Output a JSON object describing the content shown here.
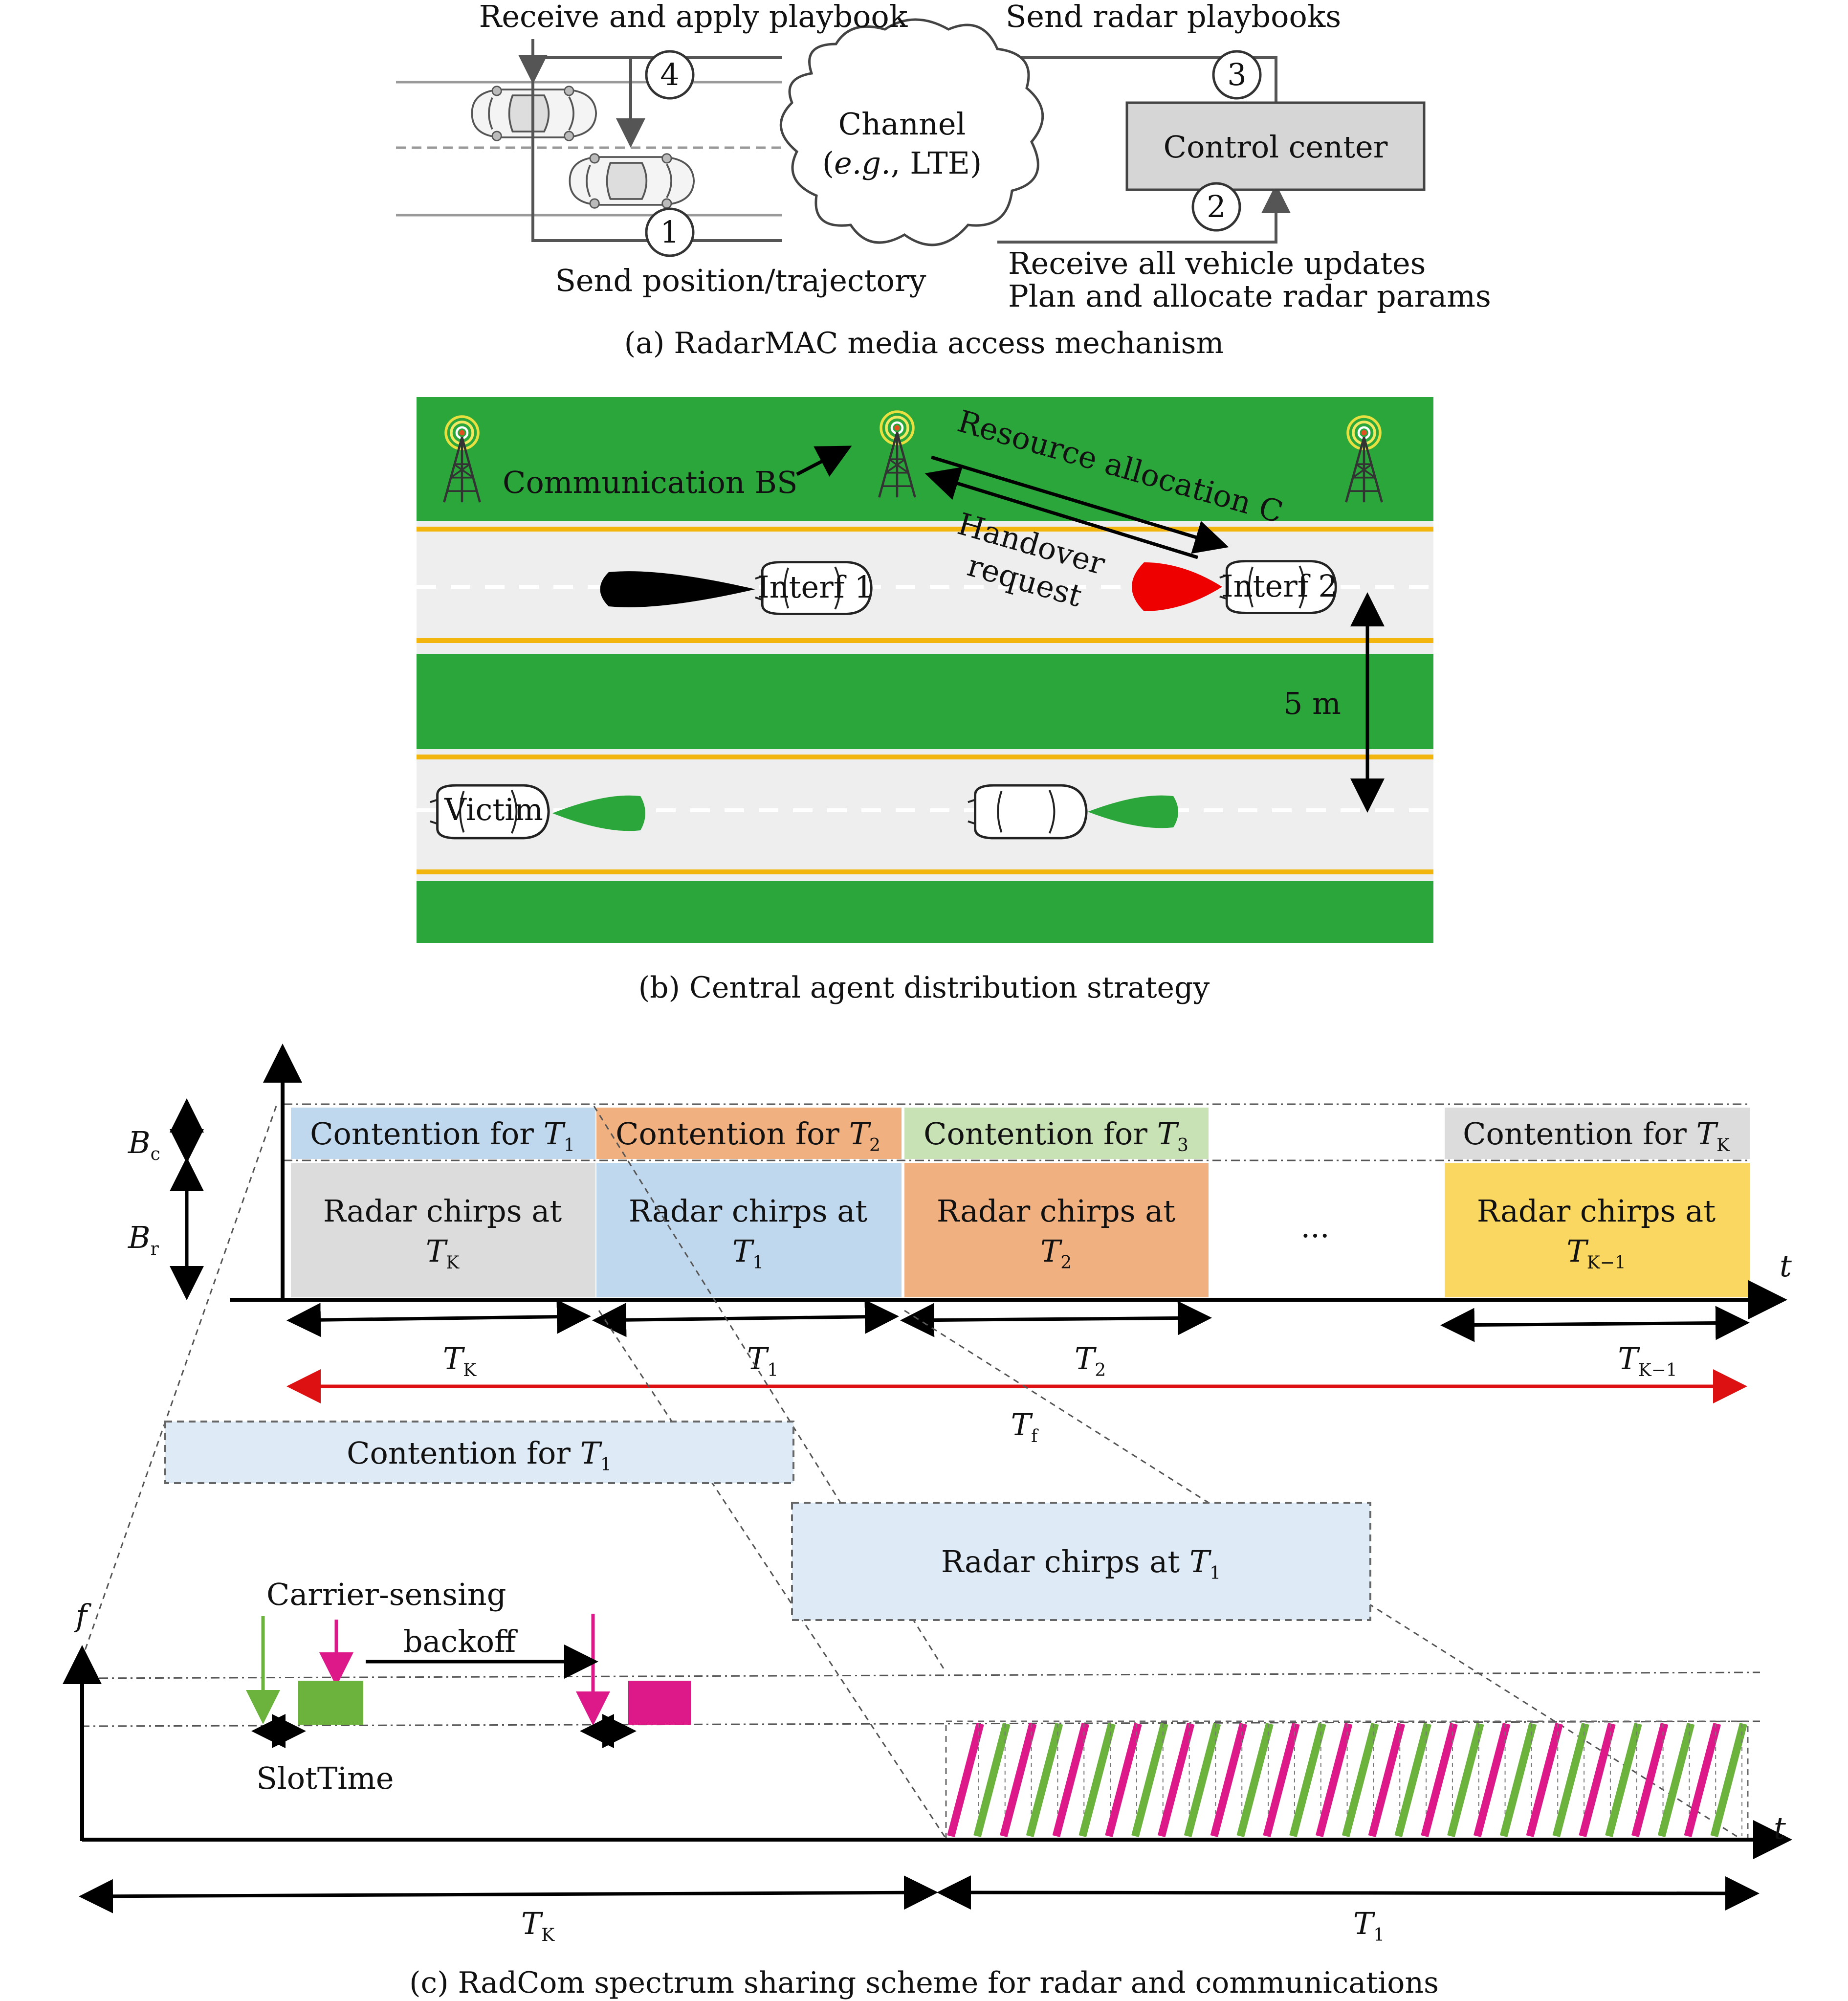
{
  "panel_a": {
    "step1": "1",
    "step2": "2",
    "step3": "3",
    "step4": "4",
    "receive_apply": "Receive and apply playbook",
    "send_playbooks": "Send radar playbooks",
    "channel_line1": "Channel",
    "channel_line2_pre": "(",
    "channel_line2_eg": "e.g.",
    "channel_line2_post": ", LTE)",
    "control_center": "Control center",
    "send_position": "Send position/trajectory",
    "receive_updates": "Receive all vehicle updates",
    "plan_allocate": "Plan and allocate radar params",
    "caption": "(a) RadarMAC media access mechanism"
  },
  "panel_b": {
    "communication_bs": "Communication BS",
    "resource_allocation": "Resource allocation C",
    "handover": "Handover",
    "request": "request",
    "interf1": "Interf 1",
    "interf2": "Interf 2",
    "distance": "5 m",
    "victim": "Victim",
    "caption": "(b) Central agent distribution strategy",
    "colors": {
      "grass": "#2aa63a",
      "road": "#eeeeee",
      "lane_yellow": "#f2b50e",
      "beam_black": "#000000",
      "beam_red": "#ee0000",
      "beam_green": "#2aa63a"
    }
  },
  "panel_c": {
    "bc": "B",
    "bc_sub": "c",
    "br": "B",
    "br_sub": "r",
    "t_axis": "t",
    "f_axis": "f",
    "contention_prefix": "Contention for",
    "radar_prefix": "Radar chirps at",
    "T": "T",
    "sub_1": "1",
    "sub_2": "2",
    "sub_3": "3",
    "sub_K": "K",
    "sub_K1": "K−1",
    "sub_f": "f",
    "ellipsis": "...",
    "carrier_sensing": "Carrier-sensing",
    "backoff": "backoff",
    "slot_time": "SlotTime",
    "caption": "(c) RadCom spectrum sharing scheme for radar and communications",
    "colors": {
      "gray": "#dcdcdc",
      "blue": "#c0d8ee",
      "orange": "#f0b080",
      "green_light": "#c9e2b5",
      "yellow": "#fad760",
      "light_blue": "#deeaf5",
      "chirp_green": "#6cb33e",
      "chirp_magenta": "#dd1888",
      "tf_red": "#dd1111"
    }
  }
}
